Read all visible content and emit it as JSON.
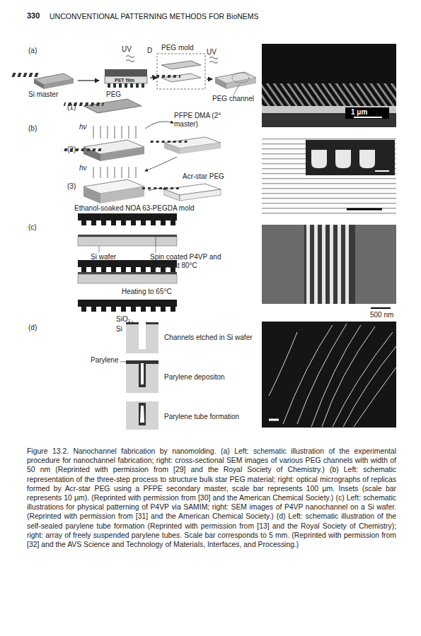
{
  "diagram": {
    "caption": "Figure 13.2. Nanochannel fabrication by nanomolding. (a) Left: schematic illustration of the experimental procedure for nanochannel fabrication; right: cross-sectional SEM images of various PEG channels with width of 50 nm (Reprinted with permission from [29] and the Royal Society of Chemistry.) (b) Left: schematic representation of the three-step process to structure bulk star PEG material; right: optical micrographs of replicas formed by Acr-star PEG using a PFPE secondary master, scale bar represents 100 μm. Insets (scale bar represents 10 μm). (Reprinted with permission from [30] and the American Chemical Society.) (c) Left: schematic illustrations for physical patterning of P4VP via SAMIM; right: SEM images of P4VP nanochannel on a Si wafer. (Reprinted with permission from [31] and the American Chemical Society.) (d) Left: schematic illustration of the self-sealed parylene tube formation (Reprinted with permission from [13] and the Royal Society of Chemistry); right: array of freely suspended parylene tubes. Scale bar corresponds to 5 mm. (Reprinted with permission from [32] and the AVS Science and Technology of Materials, Interfaces, and Processing.)",
    "labels": [
      "330",
      "UNCONVENTIONAL PATTERNING METHODS FOR BioNEMS",
      "(a)",
      "UV",
      "D",
      "PEG mold",
      "UV",
      "PET film",
      "Si master",
      "PEG",
      "PEG channel",
      "1 μm",
      "(1)",
      "(b)",
      "hν",
      "PFPE DMA (2° master)",
      "(2)",
      "hν",
      "Acr-star PEG",
      "(3)",
      "Ethanol-soaked NOA 63-PEGDA mold",
      "(c)",
      "Si wafer",
      "Spin coated P4VP and heated at 80°C",
      "Heating to 65°C",
      "500 nm",
      "SiO₂",
      "(d)",
      "Si",
      "Channels etched in Si wafer",
      "Parylene",
      "Parylene depositon",
      "Parylene tube formation"
    ]
  }
}
